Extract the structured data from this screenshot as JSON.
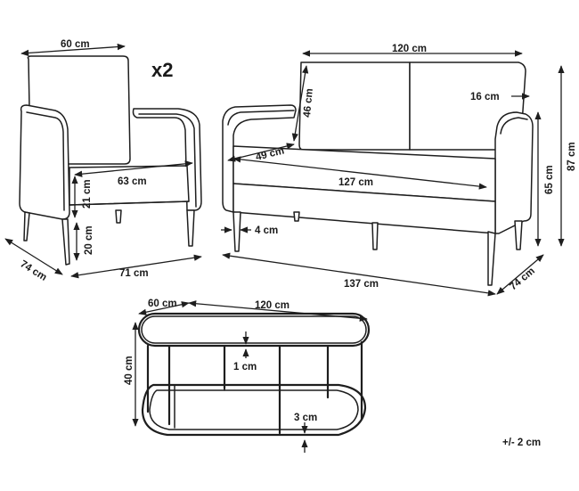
{
  "armchair": {
    "quantity": "x2",
    "dims": {
      "cushion_width": "60 cm",
      "seat_width": "63 cm",
      "seat_height": "21 cm",
      "leg_height": "20 cm",
      "depth": "74 cm",
      "width": "71 cm"
    }
  },
  "sofa": {
    "dims": {
      "cushion_width": "120 cm",
      "back_cushion_height": "46 cm",
      "cushion_depth": "16 cm",
      "seat_depth": "49 cm",
      "seat_width": "127 cm",
      "total_height": "87 cm",
      "arm_height": "65 cm",
      "leg_inset": "4 cm",
      "total_width": "137 cm",
      "depth": "74 cm"
    }
  },
  "table": {
    "dims": {
      "depth": "60 cm",
      "width": "120 cm",
      "height": "40 cm",
      "top_thickness": "1 cm",
      "base_thickness": "3 cm"
    }
  },
  "tolerance": "+/- 2 cm"
}
